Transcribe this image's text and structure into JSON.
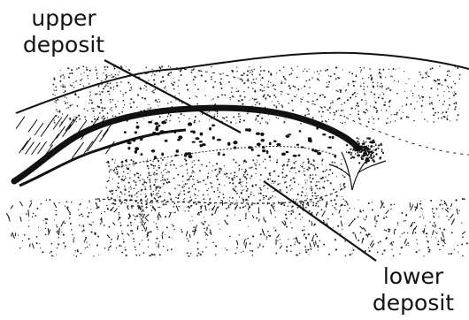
{
  "labels": {
    "upper_deposit": {
      "line1": "upper",
      "line2": "deposit"
    },
    "lower_deposit": {
      "line1": "lower",
      "line2": "deposit"
    }
  },
  "colors": {
    "ink": "#111111",
    "paper": "#ffffff"
  }
}
